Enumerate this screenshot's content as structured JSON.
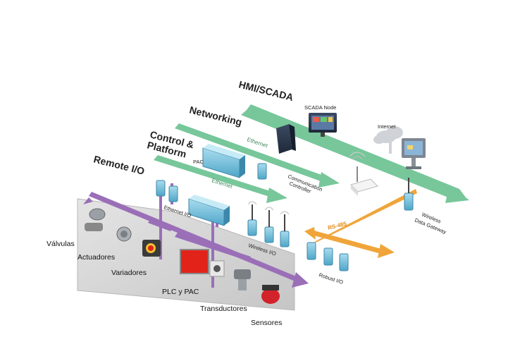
{
  "tiers": {
    "hmi": "HMI/SCADA",
    "networking": "Networking",
    "control_1": "Control &",
    "control_2": "Platform",
    "remote": "Remote I/O"
  },
  "buses": {
    "ethernet_1": "Ethernet",
    "ethernet_2": "Ethernet",
    "rs485": "RS-485"
  },
  "nodes": {
    "scada_node": "SCADA Node",
    "internet": "Internet",
    "pac": "PAC",
    "comm_1": "Communication",
    "comm_2": "Controller",
    "ethernet_io": "Ethernet I/O",
    "wireless_io": "Wireless I/O",
    "robust_io": "Robust I/O",
    "wgw_1": "Wireless",
    "wgw_2": "Data Gateway"
  },
  "field_devices": {
    "valvulas": "Válvulas",
    "actuadores": "Actuadores",
    "variadores": "Variadores",
    "plc_pac": "PLC y PAC",
    "transductores": "Transductores",
    "sensores": "Sensores"
  },
  "colors": {
    "ethernet_green": "#77c79a",
    "serial_purple": "#9a6fb8",
    "rs485_orange": "#f0a53a",
    "panel_gray": "#d9d9d9"
  }
}
